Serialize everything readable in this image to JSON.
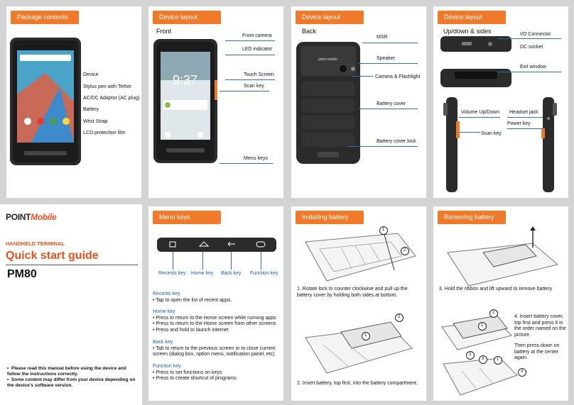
{
  "package": {
    "header": "Package contents",
    "items": [
      "Device",
      "Stylus pen with Tether",
      "AC/DC Adaptor (AC plug)",
      "Battery",
      "Wrist Strap",
      "LCD protection film"
    ]
  },
  "front": {
    "header": "Device layout",
    "subtitle": "Front",
    "labels": [
      "Front camera",
      "LED indicator",
      "Touch Screen",
      "Scan key",
      "Menu keys"
    ],
    "clock": "9:37"
  },
  "back": {
    "header": "Device layout",
    "subtitle": "Back",
    "labels": [
      "MSR",
      "Speaker",
      "Camera & Flashlight",
      "Battery cover",
      "Battery cover lock"
    ],
    "brand": "point mobile"
  },
  "sides": {
    "header": "Device layout",
    "subtitle": "Up/down & sides",
    "labels": [
      "I/O Connector",
      "DC socket",
      "Exit window",
      "Volume Up/Down",
      "Headset jack",
      "Power key",
      "Scan key"
    ]
  },
  "cover": {
    "logo_a": "POINT",
    "logo_b": "Mobile",
    "kicker": "HANDHELD TERMINAL",
    "title": "Quick start guide",
    "model": "PM80",
    "notes": [
      "Please read this manual before using the device and follow the instructions correctly.",
      "Some content may differ from your device depending on the device's software version."
    ]
  },
  "menu": {
    "header": "Menu keys",
    "key_labels": [
      "Recents key",
      "Home key",
      "Back key",
      "Function key"
    ],
    "sections": [
      {
        "title": "Recents key",
        "lines": [
          "• Tap to open the list of recent apps."
        ]
      },
      {
        "title": "Home key",
        "lines": [
          "• Press to return to the Home screen while running apps",
          "• Press to return to the Home screen from other screens",
          "• Press and hold to launch internet"
        ]
      },
      {
        "title": "Back key",
        "lines": [
          "• Tab to return to the previous screen or to close current screen (dialog box, option menu, notification panel, etc)"
        ]
      },
      {
        "title": "Function key",
        "lines": [
          "• Press to set functions on keys",
          "• Press to create shortcut of programs"
        ]
      }
    ]
  },
  "install": {
    "header": "Installing battery",
    "step1": "1. Rotate lock to counter clockwise and pull up the battery cover by holding both sides at bottom.",
    "step2": "2. Insert battery, top first, into the battery compartment.",
    "markers": [
      "1",
      "2",
      "2",
      "1"
    ]
  },
  "remove": {
    "header": "Removing battery",
    "step3": "3. Hold the ribbon and lift upward to remove battery",
    "step4": "4. Insert battery cover, top first and press it in the order named on the picture.",
    "step4b": "Then press down on battery at the center again.",
    "markers": [
      "2",
      "1",
      "3",
      "3",
      "1",
      "4"
    ]
  }
}
